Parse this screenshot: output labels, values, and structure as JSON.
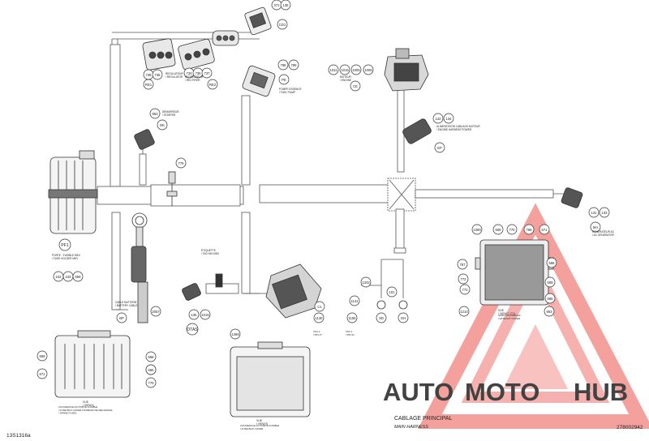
{
  "drawing": {
    "ref_left": "13S1316a",
    "ref_right": "278002942",
    "title_fr": "CABLAGE PRINCIPAL",
    "title_en": "MAIN HARNESS"
  },
  "watermark": {
    "auto": "AUTO",
    "moto": "MOTO",
    "hub": "HUB",
    "color_red": "#e8332a",
    "color_orange": "#f5a623",
    "color_gray": "#7a7a7a"
  },
  "callouts": {
    "c371": "371",
    "c138": "138",
    "c735": "735",
    "c736": "736",
    "c734": "734",
    "c736b": "736",
    "c737": "737",
    "c798": "798",
    "c799": "799",
    "c953": "953",
    "c775": "775",
    "c1011": "1011",
    "c1015": "1015",
    "c1005": "1005",
    "c1006": "1006",
    "c122": "122",
    "c134": "134",
    "c131": "131",
    "c133": "133",
    "c242": "242",
    "c243": "243",
    "c659": "659",
    "c2057": "2057",
    "c135": "135",
    "c1015b": "1015",
    "c1130": "1130",
    "c1155": "1155",
    "c1141": "1141",
    "c1342": "1342",
    "c101": "101",
    "c1369": "1369",
    "c668": "668",
    "c669": "669",
    "c670": "670",
    "c671": "671",
    "c767": "767",
    "c770": "770",
    "c768": "768",
    "c772": "772",
    "c773": "773",
    "c1210": "1210",
    "c666": "666",
    "c669b": "669",
    "c665": "665",
    "c663": "663",
    "c1369b": "1369",
    "c669c": "669",
    "c671b": "671",
    "c668b": "668",
    "c666b": "666",
    "c770b": "770"
  },
  "tags": {
    "cd1": "CD1",
    "re1": "RE1",
    "re2": "RE2",
    "pe": "PE",
    "dk": "DK",
    "ep": "EP",
    "ma": "MA",
    "pf1": "PF1",
    "bp": "BP",
    "otas": "OTAS",
    "c1": "C1",
    "sd": "SD",
    "gh": "GH",
    "ce": "CE"
  },
  "labels": {
    "regulator": "REGULATEUR / REGULATOR",
    "rectifier": "REDRESSEUR / RECTIFIER",
    "fuel_pump": "POMPE ESSENCE / FUEL PUMP",
    "starter": "DEMARREUR / STARTER",
    "engine": "MOTEUR / ENGINE",
    "engine_power": "ALIMENTATION CABLAGE MOTEUR / ENGINE HARNESS POWER",
    "generator": "GENERATEUR AC / AC GENERATOR",
    "fuse_holder": "PORTE - FUSIBLE MEV / FUSE HOLDER MEV",
    "battery_cable": "CABLE BATTERIE / BATTERY CABLE",
    "ground_label": "ETIQUETTE / TAG MH-0000",
    "view_a": "VUE / VIEW A",
    "view_a_desc": "COUVERCLE DU PORTE FUSIBLE / FUSE BOX COVER FUSIBLES DE RECHANGE / SPARE FUSES",
    "view_b": "VUE / VIEW B",
    "view_b_desc": "COUVERCLE DU PORTE FUSIBLE / FUSE BOX COVER",
    "view_c": "VUE / VIEW C (T1)",
    "view_c_desc": "SANS COUVERCLE / WITHOUT COVER",
    "tag_left": "TAG 1 / PIN 17",
    "tag_right": "TAG 1 / PIN 21"
  }
}
